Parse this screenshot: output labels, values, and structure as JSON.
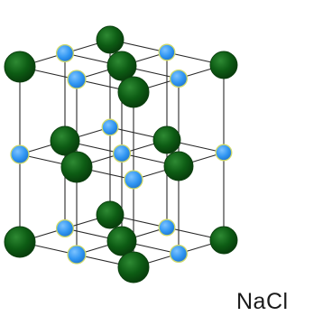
{
  "label": "NaCl",
  "colors": {
    "background": "#ffffff",
    "bond": "#2a2a2a",
    "chloride": "#0d5c14",
    "chloride_edge": "#0b3f0e",
    "sodium": "#2f95f2",
    "sodium_edge": "#cfd96a"
  },
  "atoms": {
    "large": "chloride",
    "small": "sodium"
  }
}
